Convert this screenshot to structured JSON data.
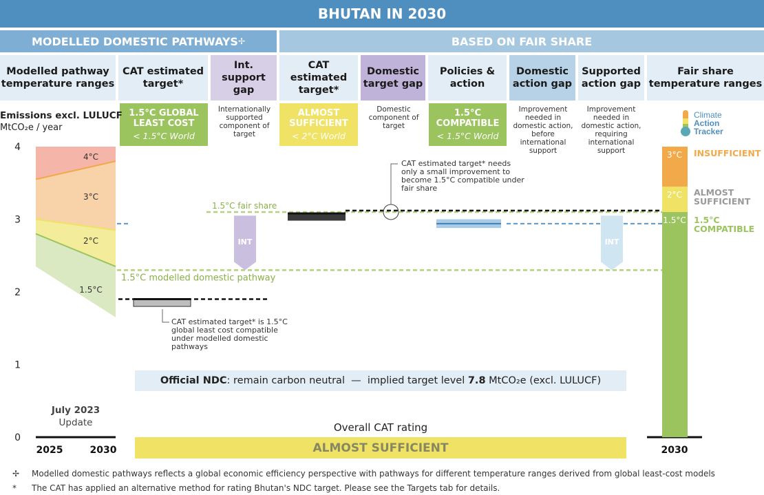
{
  "title": "BHUTAN IN 2030",
  "headers": {
    "modelled": "MODELLED DOMESTIC PATHWAYS",
    "modelled_mark": "✢",
    "fair": "BASED ON FAIR SHARE"
  },
  "columns": {
    "c1": "Modelled pathway temperature ranges",
    "c2": "CAT estimated target*",
    "c3": "Int. support gap",
    "c4": "CAT estimated target*",
    "c5": "Domestic target gap",
    "c6": "Policies & action",
    "c7": "Domestic action gap",
    "c8": "Supported action gap",
    "c9": "Fair share temperature ranges"
  },
  "ratings": {
    "r1_title": "1.5°C GLOBAL LEAST COST",
    "r1_sub": "< 1.5°C World",
    "r2_title": "ALMOST SUFFICIENT",
    "r2_sub": "< 2°C World",
    "r3_title": "1.5°C COMPATIBLE",
    "r3_sub": "< 1.5°C World"
  },
  "descriptions": {
    "d3": "Internationally supported component of target",
    "d5": "Domestic component of target",
    "d7": "Improvement needed in domestic action, before international support",
    "d8": "Improvement needed in domestic action, requiring international support"
  },
  "logo": {
    "line1": "Climate",
    "line2": "Action",
    "line3": "Tracker"
  },
  "axis": {
    "label_bold": "Emissions excl. LULUCF",
    "label_unit": "MtCO₂e / year",
    "ticks": [
      "4",
      "3",
      "2",
      "1",
      "0"
    ],
    "x_left": "2025",
    "x_right": "2030",
    "x_fair": "2030"
  },
  "update": {
    "line1": "July 2023",
    "line2": "Update"
  },
  "annotations": {
    "a1": "CAT estimated target* is 1.5°C global least cost compatible under modelled domestic pathways",
    "a2": "CAT estimated target* needs only a small improvement to become 1.5°C compatible under fair share",
    "fair_share_line": "1.5°C fair share",
    "modelled_line": "1.5°C modelled domestic pathway",
    "int1": "INT",
    "int2": "INT"
  },
  "ndc": {
    "bold": "Official NDC",
    "text": ": remain carbon neutral  —  implied target level ",
    "value": "7.8",
    "unit": " MtCO₂e (excl. LULUCF)"
  },
  "overall": {
    "label": "Overall CAT rating",
    "value": "ALMOST SUFFICIENT"
  },
  "fair_rating_labels": {
    "insufficient": "INSUFFICIENT",
    "almost": "ALMOST SUFFICIENT",
    "compatible": "1.5°C COMPATIBLE"
  },
  "footnotes": {
    "f1_mark": "✢",
    "f1": "Modelled domestic pathways reflects a global economic efficiency perspective with pathways for different temperature ranges derived from global least-cost models",
    "f2_mark": "*",
    "f2": "The CAT has applied an alternative method for rating Bhutan's NDC target. Please see the Targets tab for details."
  },
  "colors": {
    "title_bg": "#4f8fbf",
    "modelled_bg": "#7eaed3",
    "fair_bg": "#a5c7e0",
    "col_bg": "#e3edf5",
    "int_gap_bg": "#d6cfe6",
    "dom_gap_bg": "#c0b3d9",
    "act_gap_bg": "#b7d2e6",
    "green": "#9bc45e",
    "yellow": "#efe264",
    "orange": "#f1a949",
    "red": "#f5b5a8"
  },
  "chart_data": {
    "type": "bar",
    "ylim": [
      0,
      4
    ],
    "y_ticks": [
      0,
      1,
      2,
      3,
      4
    ],
    "ylabel": "Emissions excl. LULUCF MtCO₂e / year",
    "modelled_ranges": {
      "x": [
        "2025",
        "2030"
      ],
      "boundaries": [
        {
          "name": "4°C",
          "values": [
            3.55,
            3.8
          ]
        },
        {
          "name": "3°C",
          "values": [
            3.0,
            2.85
          ]
        },
        {
          "name": "2°C",
          "values": [
            2.8,
            2.35
          ]
        },
        {
          "name": "1.5°C",
          "values": [
            2.35,
            1.65
          ]
        }
      ],
      "top": 4.0,
      "labels": [
        "4°C",
        "3°C",
        "2°C",
        "1.5°C"
      ]
    },
    "cat_target_modelled": {
      "low": 1.8,
      "high": 1.9
    },
    "cat_target_fair": {
      "low": 3.0,
      "high": 3.1
    },
    "policies_action": {
      "low": 2.88,
      "high": 3.0,
      "mid": 2.94
    },
    "fair_share_15": 3.1,
    "modelled_15": 2.3,
    "fair_share_bands": [
      {
        "name": "1.5°C",
        "low": 0,
        "high": 3.1
      },
      {
        "name": "2°C",
        "low": 3.1,
        "high": 3.45
      },
      {
        "name": "3°C",
        "low": 3.45,
        "high": 4.0
      }
    ],
    "ndc_implied_target": 7.8
  }
}
